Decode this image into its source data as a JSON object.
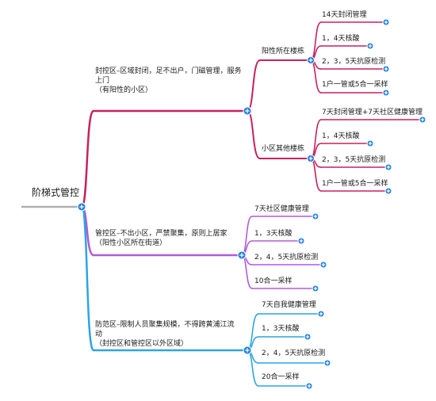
{
  "root": {
    "label": "阶梯式管控"
  },
  "zones": [
    {
      "title": "封控区–区域封闭，足不出户，门磁管理，服务上门",
      "subtitle": "（有阳性的小区）",
      "color": "#c8215e",
      "groups": [
        {
          "label": "阳性所在楼栋",
          "items": [
            "14天封闭管理",
            "1，4天核酸",
            "2，3，5天抗原检测",
            "1户一管或5合一采样"
          ]
        },
        {
          "label": "小区其他楼栋",
          "items": [
            "7天封闭管理+7天社区健康管理",
            "1，4天核酸",
            "2，3，5天抗原检测",
            "1户一管或5合一采样"
          ]
        }
      ]
    },
    {
      "title": "管控区–不出小区，严禁聚集，原则上居家",
      "subtitle": "（阳性小区所在街道）",
      "color": "#b05ad8",
      "items": [
        "7天社区健康管理",
        "1，3天核酸",
        "2，4，5天抗原检测",
        "10合一采样"
      ]
    },
    {
      "title": "防范区–限制人员聚集规模，不得跨黄浦江流动",
      "subtitle": "（封控区和管控区以外区域）",
      "color": "#2da4e3",
      "items": [
        "7天自我健康管理",
        "1，3天核酸",
        "2，4，5天抗原检测",
        "20合一采样"
      ]
    }
  ],
  "colors": {
    "node": "#1e7fe0",
    "root_line": "#b0b0b0"
  }
}
